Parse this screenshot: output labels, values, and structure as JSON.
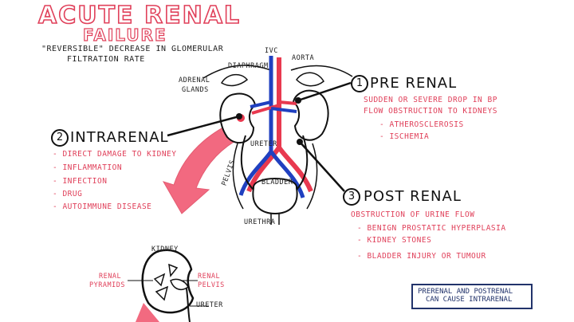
{
  "title": "ACUTE RENAL",
  "subtitle": "FAILURE",
  "definition_line1": "\"REVERSIBLE\" DECREASE IN GLOMERULAR",
  "definition_line2": "FILTRATION RATE",
  "labels": {
    "ivc": "IVC",
    "aorta": "AORTA",
    "diaphragm": "DIAPHRAGM",
    "adrenal1": "ADRENAL",
    "adrenal2": "GLANDS",
    "ureter": "URETER",
    "pelvis": "PELVIS",
    "bladder": "BLADDER",
    "urethra": "URETHRA",
    "kidney": "KIDNEY",
    "renal_pyramids1": "RENAL",
    "renal_pyramids2": "PYRAMIDS",
    "renal_pelvis1": "RENAL",
    "renal_pelvis2": "PELVIS",
    "ureter_small": "URETER"
  },
  "prerenal": {
    "number": "1",
    "heading": "PRE RENAL",
    "line1": "SUDDEN OR SEVERE DROP IN BP",
    "line2": "FLOW OBSTRUCTION TO KIDNEYS",
    "items": [
      "- ATHEROSCLEROSIS",
      "- ISCHEMIA"
    ]
  },
  "intrarenal": {
    "number": "2",
    "heading": "INTRARENAL",
    "items": [
      "- DIRECT DAMAGE TO KIDNEY",
      "- INFLAMMATION",
      "- INFECTION",
      "- DRUG",
      "- AUTOIMMUNE DISEASE"
    ]
  },
  "postrenal": {
    "number": "3",
    "heading": "POST RENAL",
    "line1": "OBSTRUCTION OF URINE FLOW",
    "items": [
      "- BENIGN PROSTATIC HYPERPLASIA",
      "- KIDNEY STONES",
      "- BLADDER INJURY OR TUMOUR"
    ]
  },
  "note": {
    "line1": "PRERENAL AND POSTRENAL",
    "line2": "CAN CAUSE INTRARENAL"
  },
  "colors": {
    "accent": "#e0405a",
    "artery": "#e8394f",
    "vein": "#2040c0",
    "ink": "#111111",
    "navy": "#22336b"
  }
}
